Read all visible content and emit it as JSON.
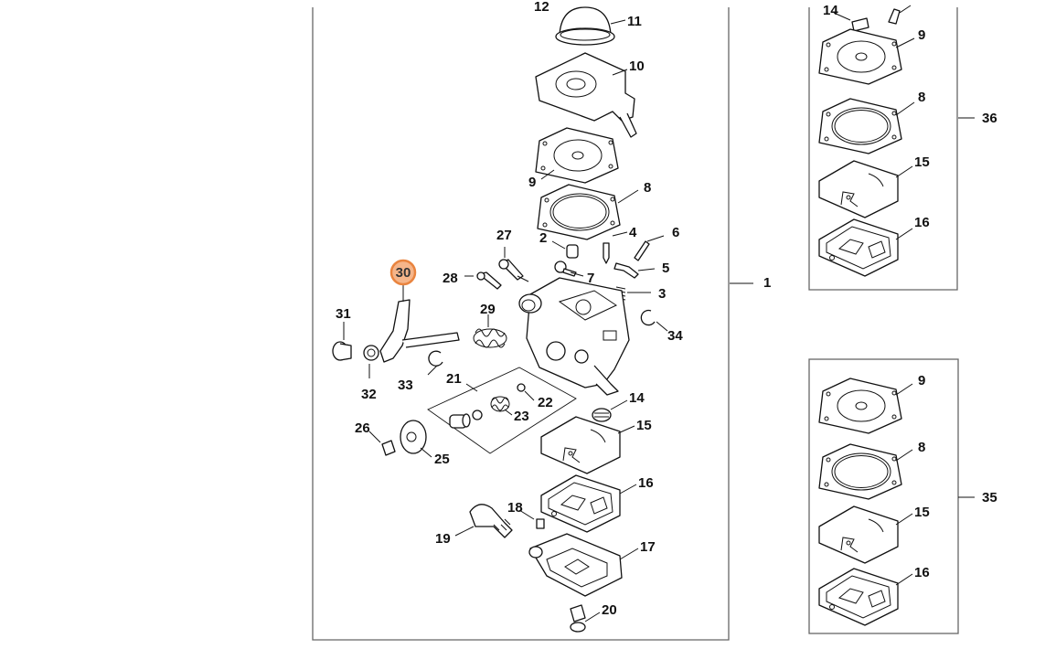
{
  "diagram": {
    "parts": [
      {
        "id": "p1",
        "label": "1",
        "highlighted": false
      },
      {
        "id": "p2",
        "label": "2",
        "highlighted": false
      },
      {
        "id": "p3",
        "label": "3",
        "highlighted": false
      },
      {
        "id": "p4",
        "label": "4",
        "highlighted": false
      },
      {
        "id": "p5",
        "label": "5",
        "highlighted": false
      },
      {
        "id": "p6",
        "label": "6",
        "highlighted": false
      },
      {
        "id": "p7",
        "label": "7",
        "highlighted": false
      },
      {
        "id": "p8",
        "label": "8",
        "highlighted": false
      },
      {
        "id": "p9",
        "label": "9",
        "highlighted": false
      },
      {
        "id": "p10",
        "label": "10",
        "highlighted": false
      },
      {
        "id": "p11",
        "label": "11",
        "highlighted": false
      },
      {
        "id": "p12",
        "label": "12",
        "highlighted": false
      },
      {
        "id": "p14",
        "label": "14",
        "highlighted": false
      },
      {
        "id": "p15",
        "label": "15",
        "highlighted": false
      },
      {
        "id": "p16",
        "label": "16",
        "highlighted": false
      },
      {
        "id": "p17",
        "label": "17",
        "highlighted": false
      },
      {
        "id": "p18",
        "label": "18",
        "highlighted": false
      },
      {
        "id": "p19",
        "label": "19",
        "highlighted": false
      },
      {
        "id": "p20",
        "label": "20",
        "highlighted": false
      },
      {
        "id": "p21",
        "label": "21",
        "highlighted": false
      },
      {
        "id": "p22",
        "label": "22",
        "highlighted": false
      },
      {
        "id": "p23",
        "label": "23",
        "highlighted": false
      },
      {
        "id": "p25",
        "label": "25",
        "highlighted": false
      },
      {
        "id": "p26",
        "label": "26",
        "highlighted": false
      },
      {
        "id": "p27",
        "label": "27",
        "highlighted": false
      },
      {
        "id": "p28",
        "label": "28",
        "highlighted": false
      },
      {
        "id": "p29",
        "label": "29",
        "highlighted": false
      },
      {
        "id": "p30",
        "label": "30",
        "highlighted": true
      },
      {
        "id": "p31",
        "label": "31",
        "highlighted": false
      },
      {
        "id": "p32",
        "label": "32",
        "highlighted": false
      },
      {
        "id": "p33",
        "label": "33",
        "highlighted": false
      },
      {
        "id": "p34",
        "label": "34",
        "highlighted": false
      },
      {
        "id": "p35",
        "label": "35",
        "highlighted": false
      },
      {
        "id": "p36",
        "label": "36",
        "highlighted": false
      }
    ],
    "kit_top": {
      "labels": {
        "k14": "14",
        "k9": "9",
        "k8": "8",
        "k15": "15",
        "k16": "16"
      }
    },
    "kit_bottom": {
      "labels": {
        "k9": "9",
        "k8": "8",
        "k15": "15",
        "k16": "16"
      }
    },
    "colors": {
      "highlight_fill": "#f5b58a",
      "highlight_stroke": "#e9843f",
      "line": "#111111",
      "frame": "#555555"
    }
  }
}
